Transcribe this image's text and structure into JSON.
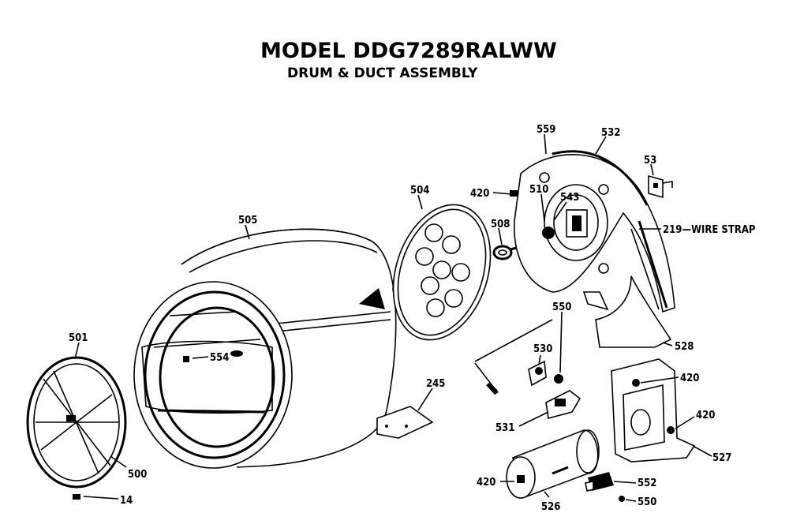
{
  "title": "MODEL DDG7289RALWW",
  "subtitle": "DRUM & DUCT ASSEMBLY",
  "callouts": {
    "c501": "501",
    "c500": "500",
    "c14": "14",
    "c505": "505",
    "c554": "554",
    "c504": "504",
    "c508": "508",
    "c420a": "420",
    "c559": "559",
    "c532": "532",
    "c53": "53",
    "c510": "510",
    "c543": "543",
    "c219": "219—WIRE STRAP",
    "c550a": "550",
    "c530": "530",
    "c531": "531",
    "c245": "245",
    "c528": "528",
    "c420b": "420",
    "c420c": "420",
    "c527": "527",
    "c420d": "420",
    "c526": "526",
    "c552": "552",
    "c550b": "550"
  }
}
